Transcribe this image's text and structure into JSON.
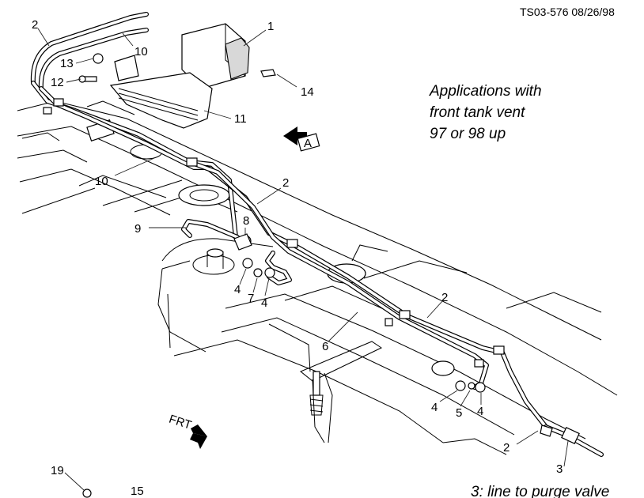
{
  "header": {
    "code": "TS03-576  08/26/98"
  },
  "note": {
    "lines": [
      "Applications with",
      "front tank vent",
      "97 or 98 up"
    ]
  },
  "view_arrow": {
    "label": "A"
  },
  "front_arrow": {
    "label": "FRT"
  },
  "callouts": {
    "c1": "1",
    "c2a": "2",
    "c2b": "2",
    "c2c": "2",
    "c2d": "2",
    "c3": "3",
    "c4a": "4",
    "c4b": "4",
    "c4c": "4",
    "c4d": "4",
    "c5": "5",
    "c6": "6",
    "c7": "7",
    "c8": "8",
    "c9": "9",
    "c10a": "10",
    "c10b": "10",
    "c11": "11",
    "c12": "12",
    "c13": "13",
    "c14": "14",
    "c15": "15",
    "c19": "19"
  },
  "footnote": "3:  line to purge valve"
}
